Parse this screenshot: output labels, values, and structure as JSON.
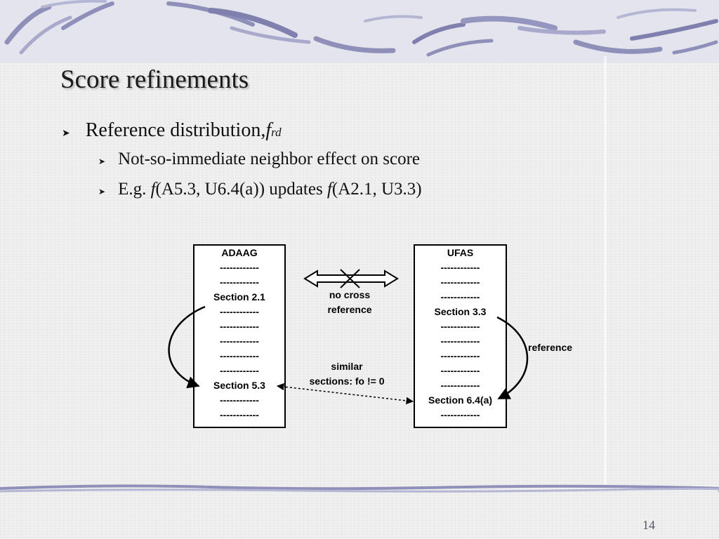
{
  "slide": {
    "title": "Score refinements",
    "page_number": "14"
  },
  "bullets": {
    "level1": {
      "text": "Reference distribution, ",
      "func": "f",
      "sub": "rd"
    },
    "level2": [
      {
        "text": "Not-so-immediate neighbor effect on score"
      },
      {
        "prefix": "E.g. ",
        "func1": "f",
        "arg1": "(A5.3, U6.4(a)) updates ",
        "func2": "f",
        "arg2": "(A2.1, U3.3)"
      }
    ]
  },
  "diagram": {
    "left_doc": {
      "title": "ADAAG",
      "lines": [
        "------------",
        "------------",
        "Section 2.1",
        "------------",
        "------------",
        "------------",
        "------------",
        "------------",
        "Section 5.3",
        "------------",
        "------------"
      ]
    },
    "right_doc": {
      "title": "UFAS",
      "lines": [
        "------------",
        "------------",
        "------------",
        "Section 3.3",
        "------------",
        "------------",
        "------------",
        "------------",
        "------------",
        "Section 6.4(a)",
        "------------"
      ]
    },
    "no_cross_label": [
      "no cross",
      "reference"
    ],
    "similar_label": [
      "similar",
      "sections: fo != 0"
    ],
    "reference_label": "reference"
  }
}
